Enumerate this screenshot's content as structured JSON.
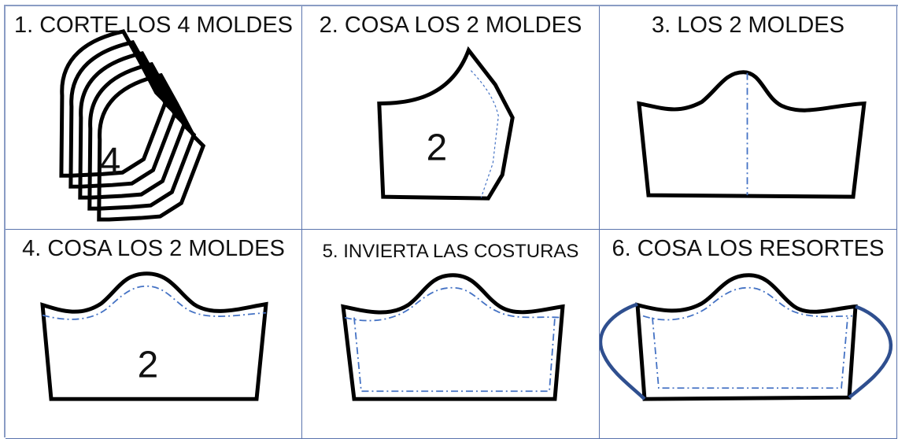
{
  "steps": [
    {
      "title": "1. CORTE LOS 4 MOLDES",
      "label": "4"
    },
    {
      "title": "2. COSA LOS 2 MOLDES",
      "label": "2"
    },
    {
      "title": "3. LOS 2 MOLDES"
    },
    {
      "title": "4. COSA LOS 2 MOLDES",
      "label": "2"
    },
    {
      "title": "5. INVIERTA LAS COSTURAS"
    },
    {
      "title": "6. COSA LOS RESORTES"
    }
  ],
  "colors": {
    "outline": "#000000",
    "seam": "#4472c4",
    "elastic": "#2f4f8f",
    "grid": "#5b74ad"
  }
}
